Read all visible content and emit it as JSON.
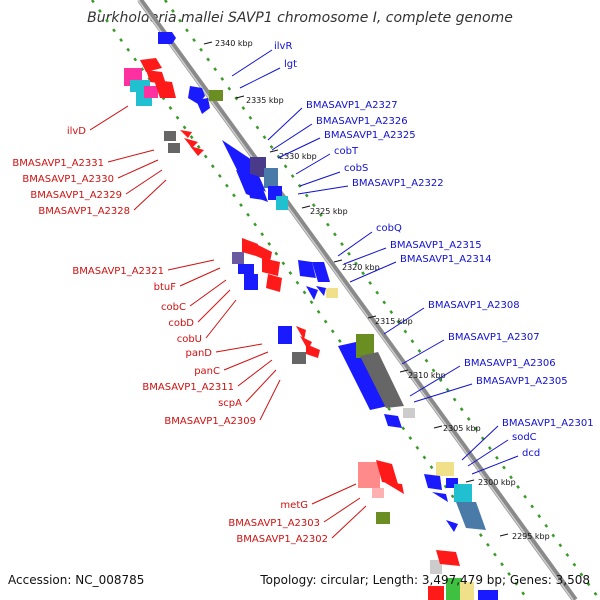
{
  "title": "Burkholderia mallei SAVP1 chromosome I, complete genome",
  "footer": {
    "accession": "Accession: NC_008785",
    "summary": "Topology: circular; Length: 3,497,479 bp; Genes: 3,508"
  },
  "ticks": [
    "2340 kbp",
    "2335 kbp",
    "2330 kbp",
    "2325 kbp",
    "2320 kbp",
    "2315 kbp",
    "2310 kbp",
    "2305 kbp",
    "2300 kbp",
    "2295 kbp"
  ],
  "right_labels": [
    "ilvR",
    "lgt",
    "BMASAVP1_A2327",
    "BMASAVP1_A2326",
    "BMASAVP1_A2325",
    "cobT",
    "cobS",
    "BMASAVP1_A2322",
    "cobQ",
    "BMASAVP1_A2315",
    "BMASAVP1_A2314",
    "BMASAVP1_A2308",
    "BMASAVP1_A2307",
    "BMASAVP1_A2306",
    "BMASAVP1_A2305",
    "BMASAVP1_A2301",
    "sodC",
    "dcd"
  ],
  "left_labels": [
    "ilvD",
    "BMASAVP1_A2331",
    "BMASAVP1_A2330",
    "BMASAVP1_A2329",
    "BMASAVP1_A2328",
    "BMASAVP1_A2321",
    "btuF",
    "cobC",
    "cobD",
    "cobU",
    "panD",
    "panC",
    "BMASAVP1_A2311",
    "scpA",
    "BMASAVP1_A2309",
    "metG",
    "BMASAVP1_A2303",
    "BMASAVP1_A2302"
  ],
  "colors": {
    "backbone": "#8a8a8a",
    "forward_gene": "#1a1aff",
    "reverse_gene": "#ff1a1a",
    "right_label": "#1010d0",
    "left_label": "#d01010",
    "dotted_track": "#3a9a2a"
  }
}
